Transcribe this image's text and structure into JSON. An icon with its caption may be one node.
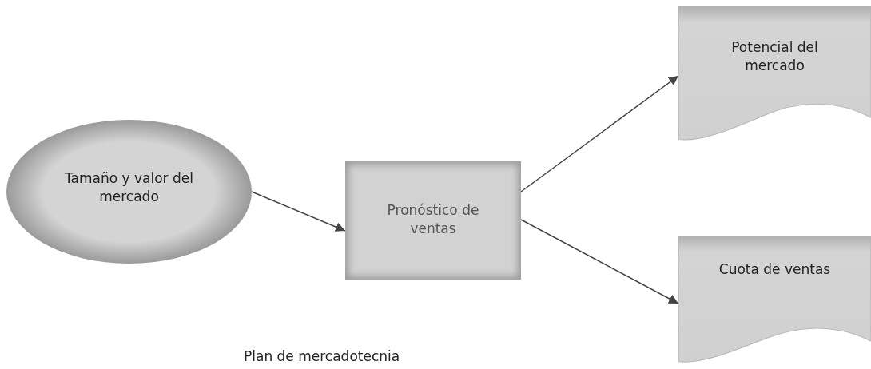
{
  "diagram": {
    "nodes": [
      {
        "text": [
          "Tamaño y valor del mercado"
        ]
      },
      {
        "text": [
          "Pronóstico de ventas"
        ]
      },
      {
        "text": [
          "Potencial del mercado"
        ]
      },
      {
        "text": [
          "Cuota de ventas"
        ]
      }
    ],
    "edges": [
      {
        "from": 0,
        "to": 1,
        "arrow": "to"
      },
      {
        "from": 1,
        "to": 2,
        "arrow": "to"
      },
      {
        "from": 1,
        "to": 3,
        "arrow": "to"
      }
    ],
    "labels": [
      "Plan de mercadotecnia"
    ]
  }
}
